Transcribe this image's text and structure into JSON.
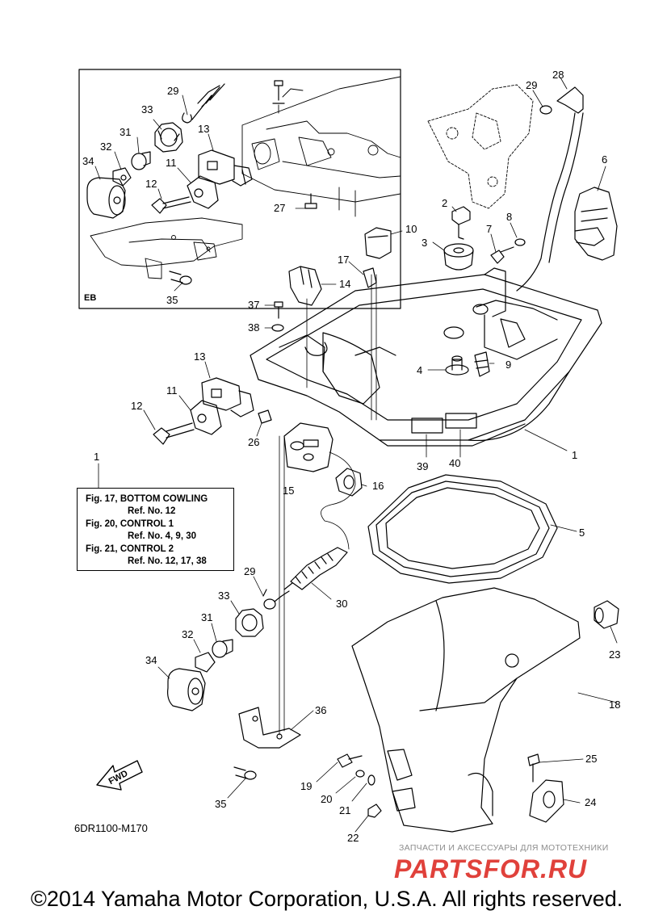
{
  "diagram_code": "6DR1100-M170",
  "copyright": "©2014 Yamaha Motor Corporation, U.S.A. All rights reserved.",
  "watermark": {
    "top_text": "ЗАПЧАСТИ И АКСЕССУАРЫ ДЛЯ МОТОТЕХНИКИ",
    "brand": "PARTSFOR.RU"
  },
  "inset_tag": "EB",
  "fwd_label": "FWD",
  "reference_note": {
    "lines": [
      "Fig. 17, BOTTOM COWLING",
      "Ref. No. 12",
      "Fig. 20, CONTROL 1",
      "Ref. No. 4, 9, 30",
      "Fig. 21, CONTROL 2",
      "Ref. No. 12, 17, 38"
    ]
  },
  "callouts": [
    "29",
    "33",
    "31",
    "13",
    "32",
    "11",
    "34",
    "12",
    "27",
    "35",
    "28",
    "29",
    "6",
    "2",
    "8",
    "7",
    "3",
    "10",
    "17",
    "14",
    "37",
    "38",
    "4",
    "9",
    "13",
    "11",
    "12",
    "26",
    "39",
    "40",
    "1",
    "15",
    "16",
    "1",
    "5",
    "29",
    "30",
    "33",
    "31",
    "32",
    "34",
    "23",
    "18",
    "36",
    "25",
    "19",
    "20",
    "21",
    "24",
    "22",
    "35"
  ],
  "colors": {
    "line": "#000000",
    "watermark_red": "#e0413b",
    "watermark_gray": "#8d8d8d"
  }
}
